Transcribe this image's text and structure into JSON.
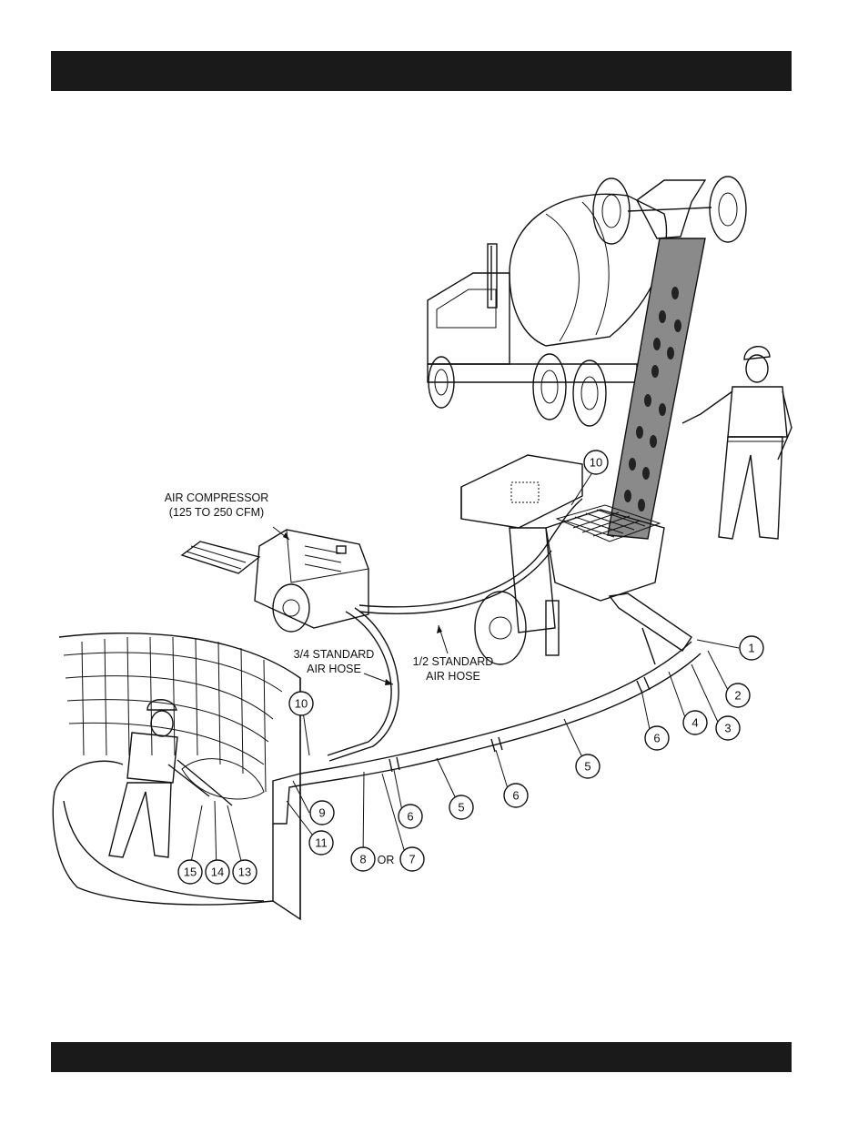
{
  "header": {
    "title": ""
  },
  "footer": {
    "text": ""
  },
  "labels": {
    "air_compressor_line1": "AIR COMPRESSOR",
    "air_compressor_line2": "(125 TO 250 CFM)",
    "air_hose_34_line1": "3/4 STANDARD",
    "air_hose_34_line2": "AIR HOSE",
    "air_hose_12_line1": "1/2 STANDARD",
    "air_hose_12_line2": "AIR HOSE",
    "or_text": "OR"
  },
  "callouts": {
    "c1": "1",
    "c2": "2",
    "c3": "3",
    "c4": "4",
    "c5a": "5",
    "c5b": "5",
    "c6a": "6",
    "c6b": "6",
    "c6c": "6",
    "c7": "7",
    "c8": "8",
    "c9": "9",
    "c10a": "10",
    "c10b": "10",
    "c11": "11",
    "c13": "13",
    "c14": "14",
    "c15": "15"
  }
}
